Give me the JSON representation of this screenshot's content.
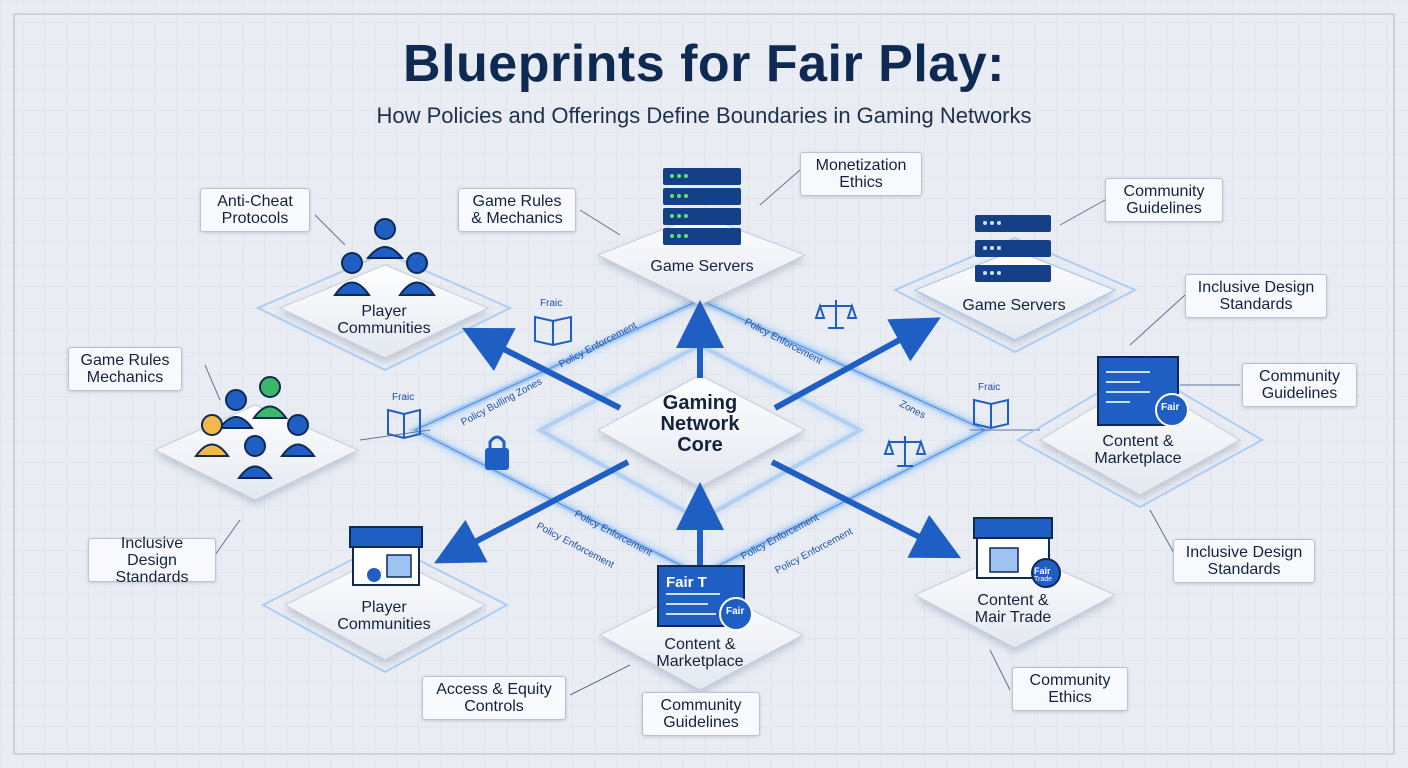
{
  "title": "Blueprints for Fair Play:",
  "subtitle": "How Policies and Offerings Define Boundaries in Gaming Networks",
  "core": {
    "label_lines": [
      "Gaming",
      "Network",
      "Core"
    ]
  },
  "nodes": {
    "top_servers": "Game Servers",
    "right_servers": "Game Servers",
    "left_communities": [
      "Player",
      "Communities"
    ],
    "bottom_left_communities": [
      "Player",
      "Communities"
    ],
    "bottom_marketplace": [
      "Content &",
      "Marketplace"
    ],
    "right_marketplace": [
      "Content &",
      "Marketplace"
    ],
    "bottom_right_trade": [
      "Content &",
      "Mair Trade"
    ]
  },
  "callouts": {
    "anti_cheat": [
      "Anti-Cheat",
      "Protocols"
    ],
    "game_rules_top": [
      "Game Rules",
      "& Mechanics"
    ],
    "monetization": [
      "Monetization",
      "Ethics"
    ],
    "community_guidelines_top": [
      "Community",
      "Guidelines"
    ],
    "inclusive_right_top": [
      "Inclusive Design",
      "Standards"
    ],
    "community_guidelines_right": [
      "Community",
      "Guidelines"
    ],
    "game_rules_left": [
      "Game Rules",
      "Mechanics"
    ],
    "inclusive_left": [
      "Inclusive Design",
      "Standards"
    ],
    "inclusive_right_bottom": [
      "Inclusive Design",
      "Standards"
    ],
    "access_equity": [
      "Access & Equity",
      "Controls"
    ],
    "community_guidelines_bottom": [
      "Community",
      "Guidelines"
    ],
    "community_ethics": [
      "Community",
      "Ethics"
    ]
  },
  "edge_labels": {
    "policy_enforcement": "Policy Enforcement",
    "policy_bulling_zones": "Policy Bulling Zones",
    "zones": "Zones",
    "fraic": "Fraic",
    "fraic2": "Fraic",
    "fair_t": "Fair T",
    "fair_badge": "Fair",
    "trade_badge": "Trade"
  },
  "colors": {
    "accent": "#1f5fc4",
    "dark": "#123a7a",
    "glow": "#7fb4f2",
    "background": "#e9edf3"
  },
  "icons": [
    "server-icon",
    "people-icon",
    "storefront-icon",
    "book-icon",
    "scales-icon",
    "lock-icon",
    "laptop-icon"
  ]
}
